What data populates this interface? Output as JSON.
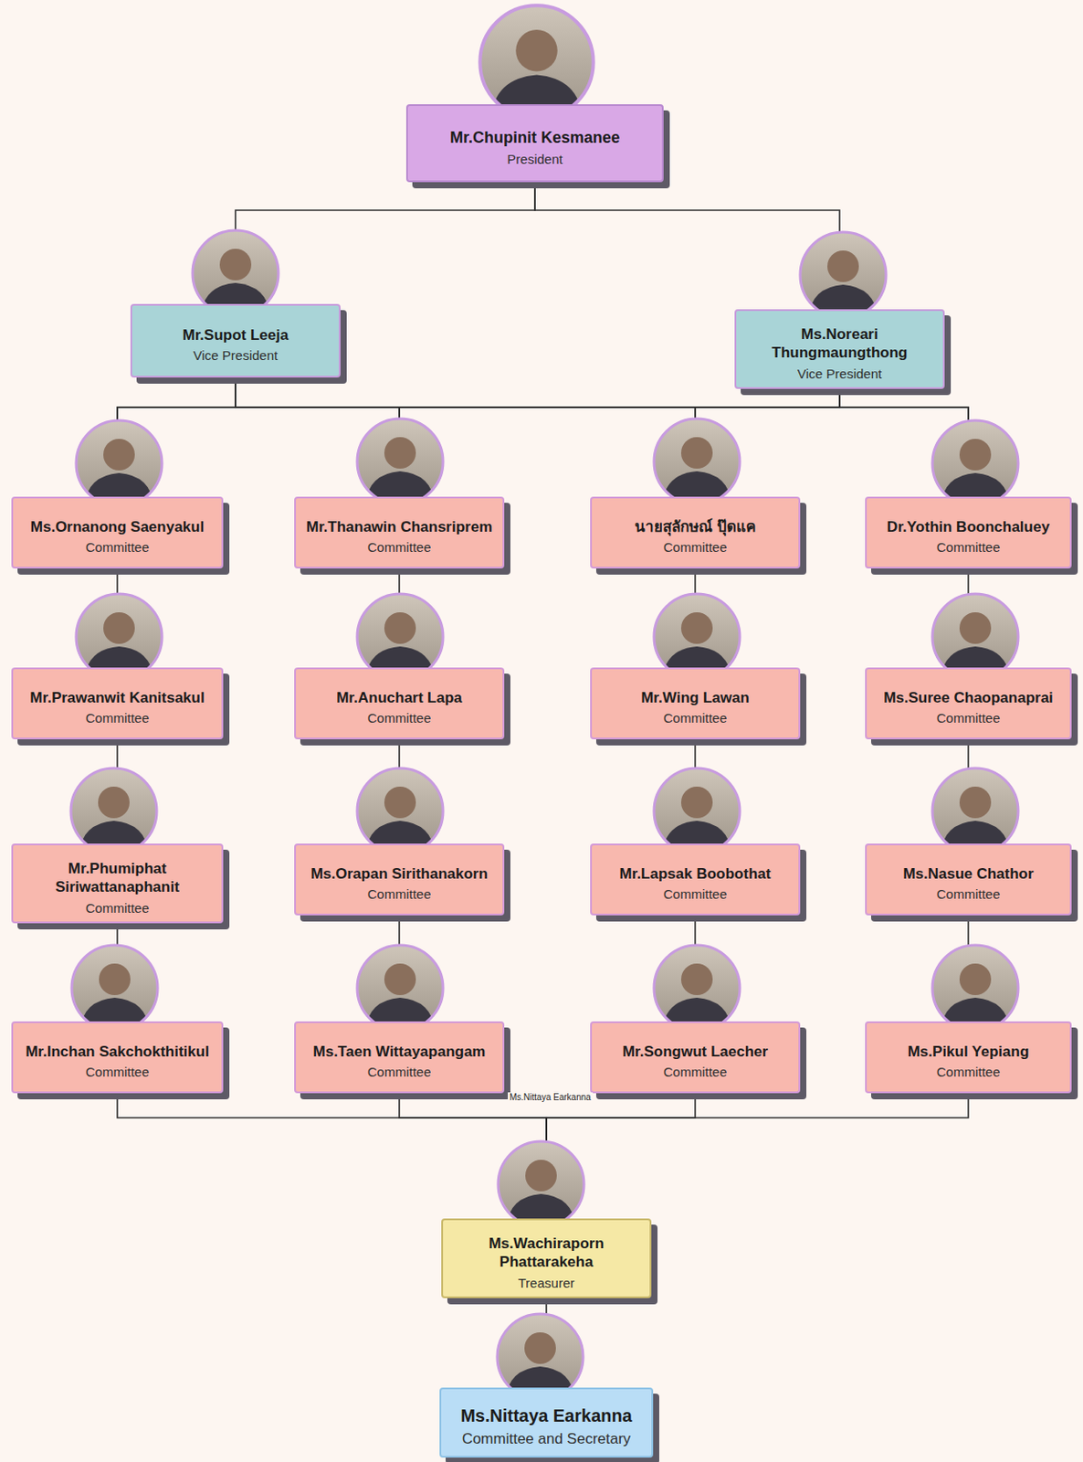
{
  "diagram": {
    "nodes": [
      {
        "text": [
          "Mr.Chupinit Kesmanee",
          "President"
        ]
      },
      {
        "text": [
          "Mr.Supot Leeja",
          "Vice President"
        ]
      },
      {
        "text": [
          "Ms.Noreari Thungmaungthong",
          "Vice President"
        ]
      },
      {
        "text": [
          "Ms.Ornanong Saenyakul",
          "Committee"
        ]
      },
      {
        "text": [
          "Mr.Thanawin Chansriprem",
          "Committee"
        ]
      },
      {
        "text": [
          "นายสุลักษณ์ ปุ๊ดแค",
          "Committee"
        ]
      },
      {
        "text": [
          "Dr.Yothin Boonchaluey",
          "Committee"
        ]
      },
      {
        "text": [
          "Mr.Prawanwit Kanitsakul",
          "Committee"
        ]
      },
      {
        "text": [
          "Mr.Anuchart Lapa",
          "Committee"
        ]
      },
      {
        "text": [
          "Mr.Wing Lawan",
          "Committee"
        ]
      },
      {
        "text": [
          "Ms.Suree Chaopanaprai",
          "Committee"
        ]
      },
      {
        "text": [
          "Mr.Phumiphat Siriwattanaphanit",
          "Committee"
        ]
      },
      {
        "text": [
          "Ms.Orapan Sirithanakorn",
          "Committee"
        ]
      },
      {
        "text": [
          "Mr.Lapsak Boobothat",
          "Committee"
        ]
      },
      {
        "text": [
          "Ms.Nasue Chathor",
          "Committee"
        ]
      },
      {
        "text": [
          "Mr.Inchan Sakchokthitikul",
          "Committee"
        ]
      },
      {
        "text": [
          "Ms.Taen Wittayapangam",
          "Committee"
        ]
      },
      {
        "text": [
          "Mr.Songwut Laecher",
          "Committee"
        ]
      },
      {
        "text": [
          "Ms.Pikul Yepiang",
          "Committee"
        ]
      },
      {
        "text": [
          "Ms.Wachiraporn Phattarakeha",
          "Treasurer"
        ]
      },
      {
        "text": [
          "Ms.Nittaya Earkanna",
          "Committee and Secretary"
        ]
      }
    ],
    "edges": [
      {
        "from": 0,
        "to": 1,
        "arrow": "none"
      },
      {
        "from": 0,
        "to": 2,
        "arrow": "none"
      },
      {
        "from": 1,
        "to": 3,
        "arrow": "none"
      },
      {
        "from": 1,
        "to": 4,
        "arrow": "none"
      },
      {
        "from": 1,
        "to": 5,
        "arrow": "none"
      },
      {
        "from": 1,
        "to": 6,
        "arrow": "none"
      },
      {
        "from": 2,
        "to": 3,
        "arrow": "none"
      },
      {
        "from": 2,
        "to": 4,
        "arrow": "none"
      },
      {
        "from": 2,
        "to": 5,
        "arrow": "none"
      },
      {
        "from": 2,
        "to": 6,
        "arrow": "none"
      },
      {
        "from": 3,
        "to": 7,
        "arrow": "none"
      },
      {
        "from": 7,
        "to": 11,
        "arrow": "none"
      },
      {
        "from": 11,
        "to": 15,
        "arrow": "none"
      },
      {
        "from": 4,
        "to": 8,
        "arrow": "none"
      },
      {
        "from": 8,
        "to": 12,
        "arrow": "none"
      },
      {
        "from": 12,
        "to": 16,
        "arrow": "none"
      },
      {
        "from": 5,
        "to": 9,
        "arrow": "none"
      },
      {
        "from": 9,
        "to": 13,
        "arrow": "none"
      },
      {
        "from": 13,
        "to": 17,
        "arrow": "none"
      },
      {
        "from": 6,
        "to": 10,
        "arrow": "none"
      },
      {
        "from": 10,
        "to": 14,
        "arrow": "none"
      },
      {
        "from": 14,
        "to": 18,
        "arrow": "none"
      },
      {
        "from": 15,
        "to": 19,
        "arrow": "none"
      },
      {
        "from": 16,
        "to": 19,
        "arrow": "none"
      },
      {
        "from": 17,
        "to": 19,
        "arrow": "none"
      },
      {
        "from": 18,
        "to": 19,
        "arrow": "none"
      },
      {
        "from": 19,
        "to": 20,
        "arrow": "none"
      }
    ],
    "labels": [
      "Ms.Nittaya Earkanna"
    ]
  }
}
